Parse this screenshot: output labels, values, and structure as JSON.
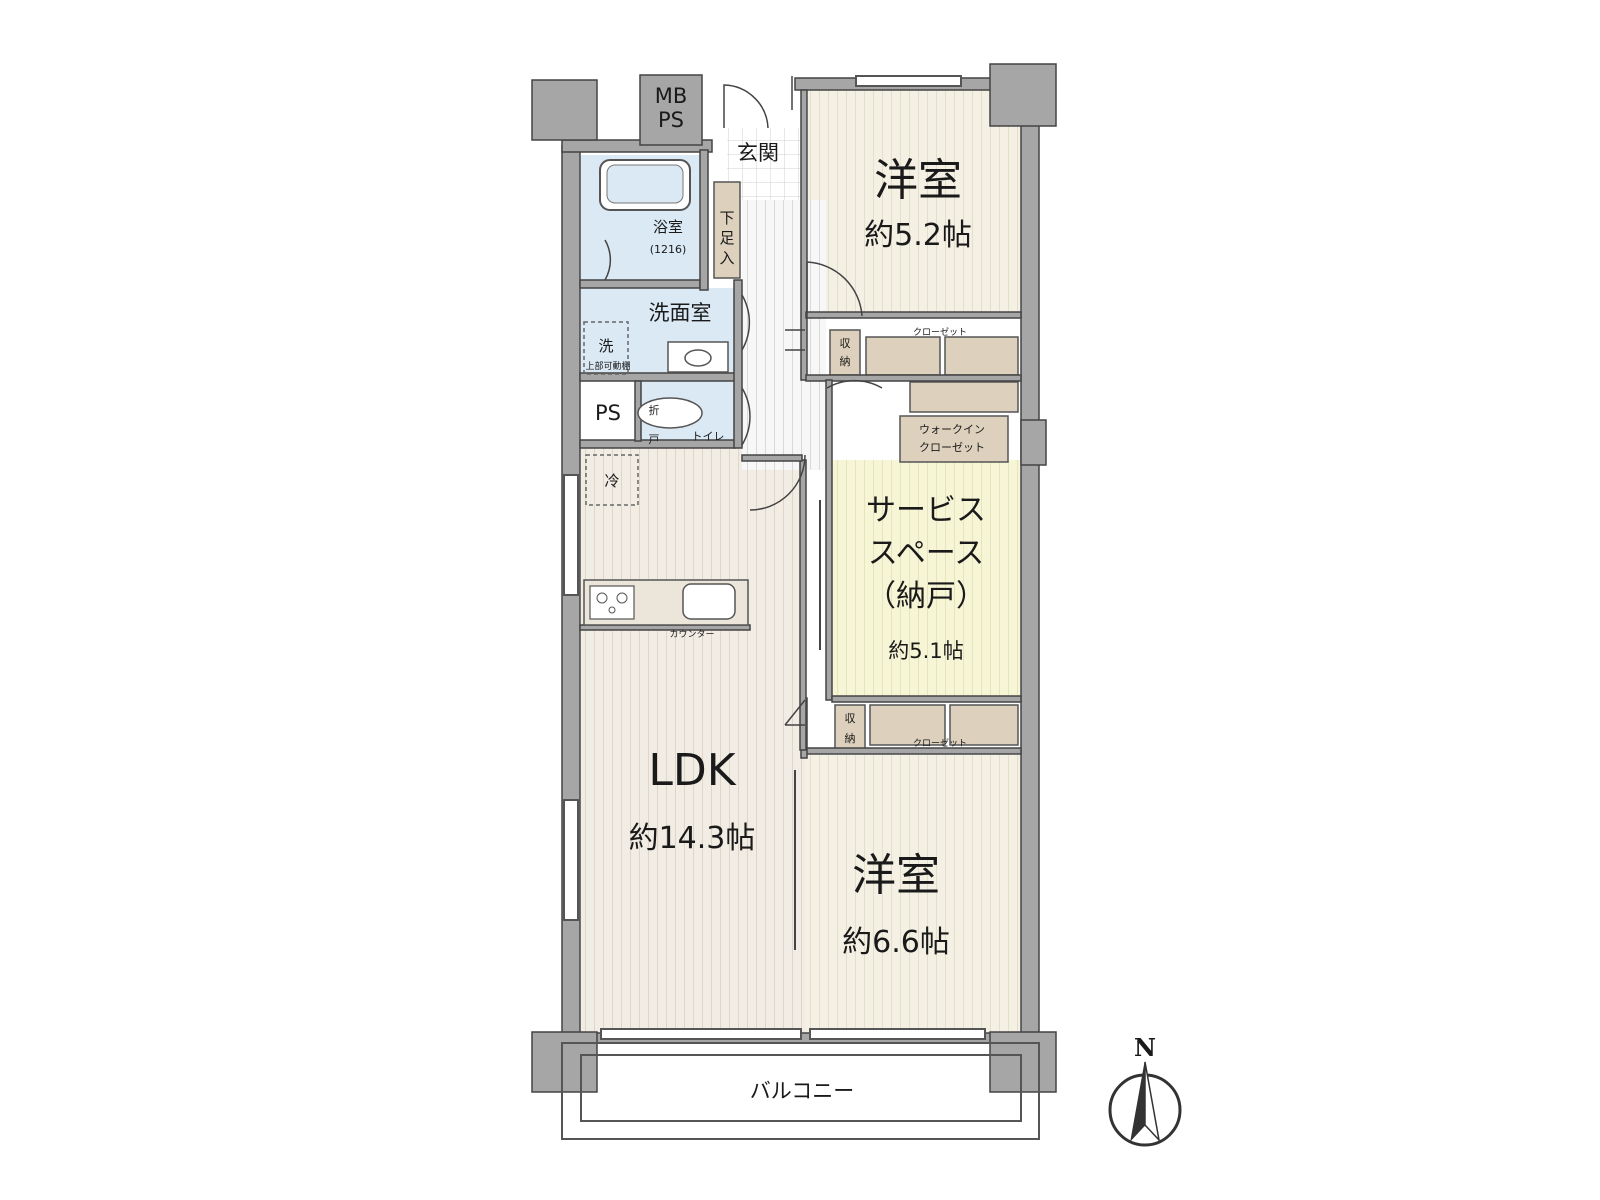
{
  "rooms": {
    "western_north": {
      "name": "洋室",
      "area": "約5.2帖"
    },
    "western_south": {
      "name": "洋室",
      "area": "約6.6帖"
    },
    "service_space": {
      "line1": "サービス",
      "line2": "スペース",
      "line3": "（納戸）",
      "area": "約5.1帖"
    },
    "ldk": {
      "name": "LDK",
      "area": "約14.3帖"
    },
    "entrance": "玄関",
    "shoe_box": "下足入",
    "bath": {
      "name": "浴室",
      "size": "(1216)"
    },
    "washroom": "洗面室",
    "toilet": "トイレ",
    "ps": "PS",
    "mbps_line1": "MB",
    "mbps_line2": "PS",
    "balcony": "バルコニー"
  },
  "fixtures": {
    "closet": "クローゼット",
    "storage_1": "収",
    "storage_2": "納",
    "walk_in_1": "ウォークイン",
    "walk_in_2": "クローゼット",
    "counter": "カウンター",
    "fridge": "冷",
    "washer": "洗",
    "washer_note": "上部可動棚",
    "toilet_door_1": "折",
    "toilet_door_2": "戸"
  },
  "compass": {
    "north": "N"
  },
  "colors": {
    "wall": "#a6a6a6",
    "ldk_floor": "#f1ece4",
    "western_floor": "#f4f1e4",
    "service_floor": "#f5f4d2",
    "wet_area": "#dbe9f5",
    "storage": "#ddd1bd"
  }
}
